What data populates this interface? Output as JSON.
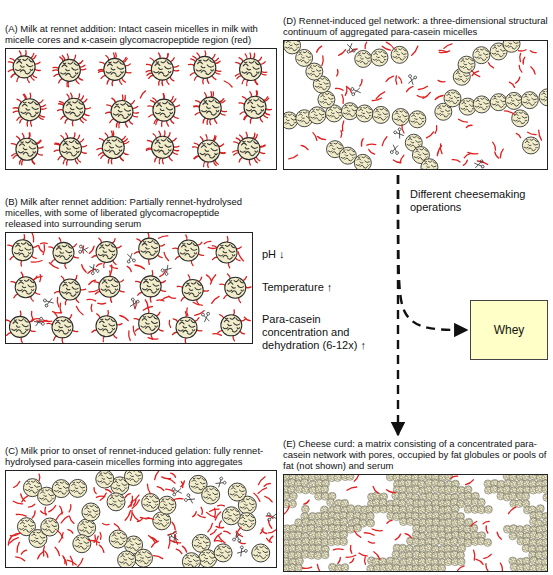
{
  "diagram": {
    "nodes": [
      {
        "text": [
          "(A) Milk at rennet addition: Intact casein micelles in milk with micelle cores and κ-casein glycomacropeptide region (red)"
        ]
      },
      {
        "text": [
          "(D) Rennet-induced gel network: a three-dimensional structural continuum of aggregated para-casein micelles"
        ]
      },
      {
        "text": [
          "(B) Milk after rennet addition: Partially rennet-hydrolysed micelles, with some of liberated glycomacropeptide released into surrounding serum"
        ]
      },
      {
        "text": [
          "Whey"
        ]
      },
      {
        "text": [
          "(C) Milk prior to onset of rennet-induced gelation: fully rennet-hydrolysed para-casein micelles forming into aggregates"
        ]
      },
      {
        "text": [
          "(E) Cheese curd: a matrix consisting of a concentrated para-casein network with pores, occupied by fat globules or pools of fat (not shown) and serum"
        ]
      }
    ],
    "edges": [
      {
        "from": 1,
        "to": 5,
        "arrow": "to",
        "label": "Different cheesemaking operations"
      },
      {
        "from": 1,
        "to": 3,
        "arrow": "to"
      }
    ],
    "labels": [
      "pH ↓",
      "Temperature ↑",
      "Para-casein concentration and dehydration (6-12x) ↑"
    ]
  }
}
